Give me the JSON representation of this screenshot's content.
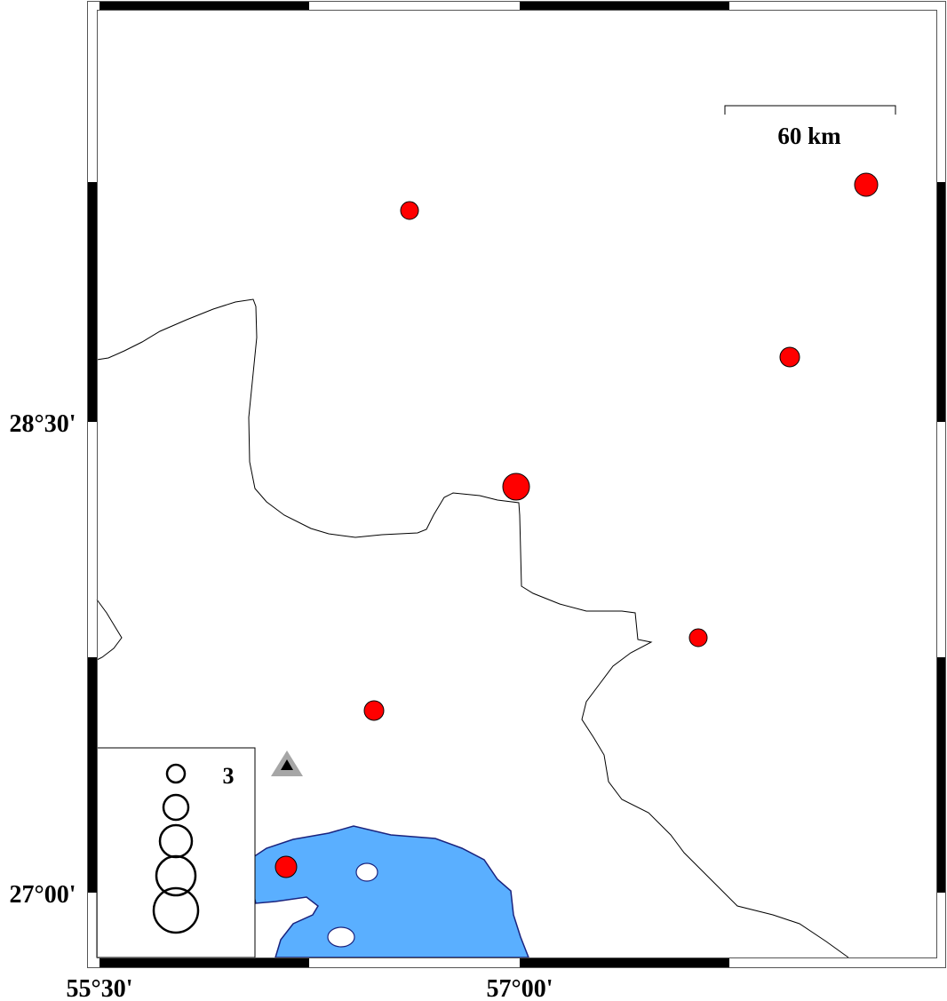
{
  "map": {
    "colors": {
      "sea": "#5aafff",
      "coast": "#1a237e",
      "event": "#ff0000",
      "station_outer": "#a6a6a6",
      "station_inner": "#000000"
    },
    "axis_labels": {
      "lat": [
        "28°30'",
        "27°00'"
      ],
      "lon": [
        "55°30'",
        "57°00'"
      ]
    },
    "scale_bar": {
      "label": "60 km"
    },
    "legend": {
      "label": "3",
      "magnitude_circle_count": 5
    },
    "events": [
      {
        "id": 1,
        "size": "small"
      },
      {
        "id": 2,
        "size": "medium"
      },
      {
        "id": 3,
        "size": "small"
      },
      {
        "id": 4,
        "size": "large"
      },
      {
        "id": 5,
        "size": "small"
      },
      {
        "id": 6,
        "size": "small"
      },
      {
        "id": 7,
        "size": "medium"
      }
    ],
    "station": {
      "icon": "triangle-icon"
    }
  }
}
